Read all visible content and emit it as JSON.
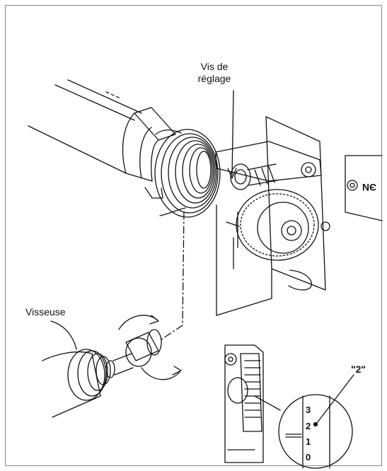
{
  "labels": {
    "adjust_screw_line1": "Vis de",
    "adjust_screw_line2": "réglage",
    "screwdriver": "Visseuse",
    "setting_value": "\"2\""
  },
  "scale_ticks": [
    "3",
    "2",
    "1",
    "0"
  ],
  "colors": {
    "line": "#111111",
    "background": "#ffffff",
    "frame_border": "#888888"
  }
}
